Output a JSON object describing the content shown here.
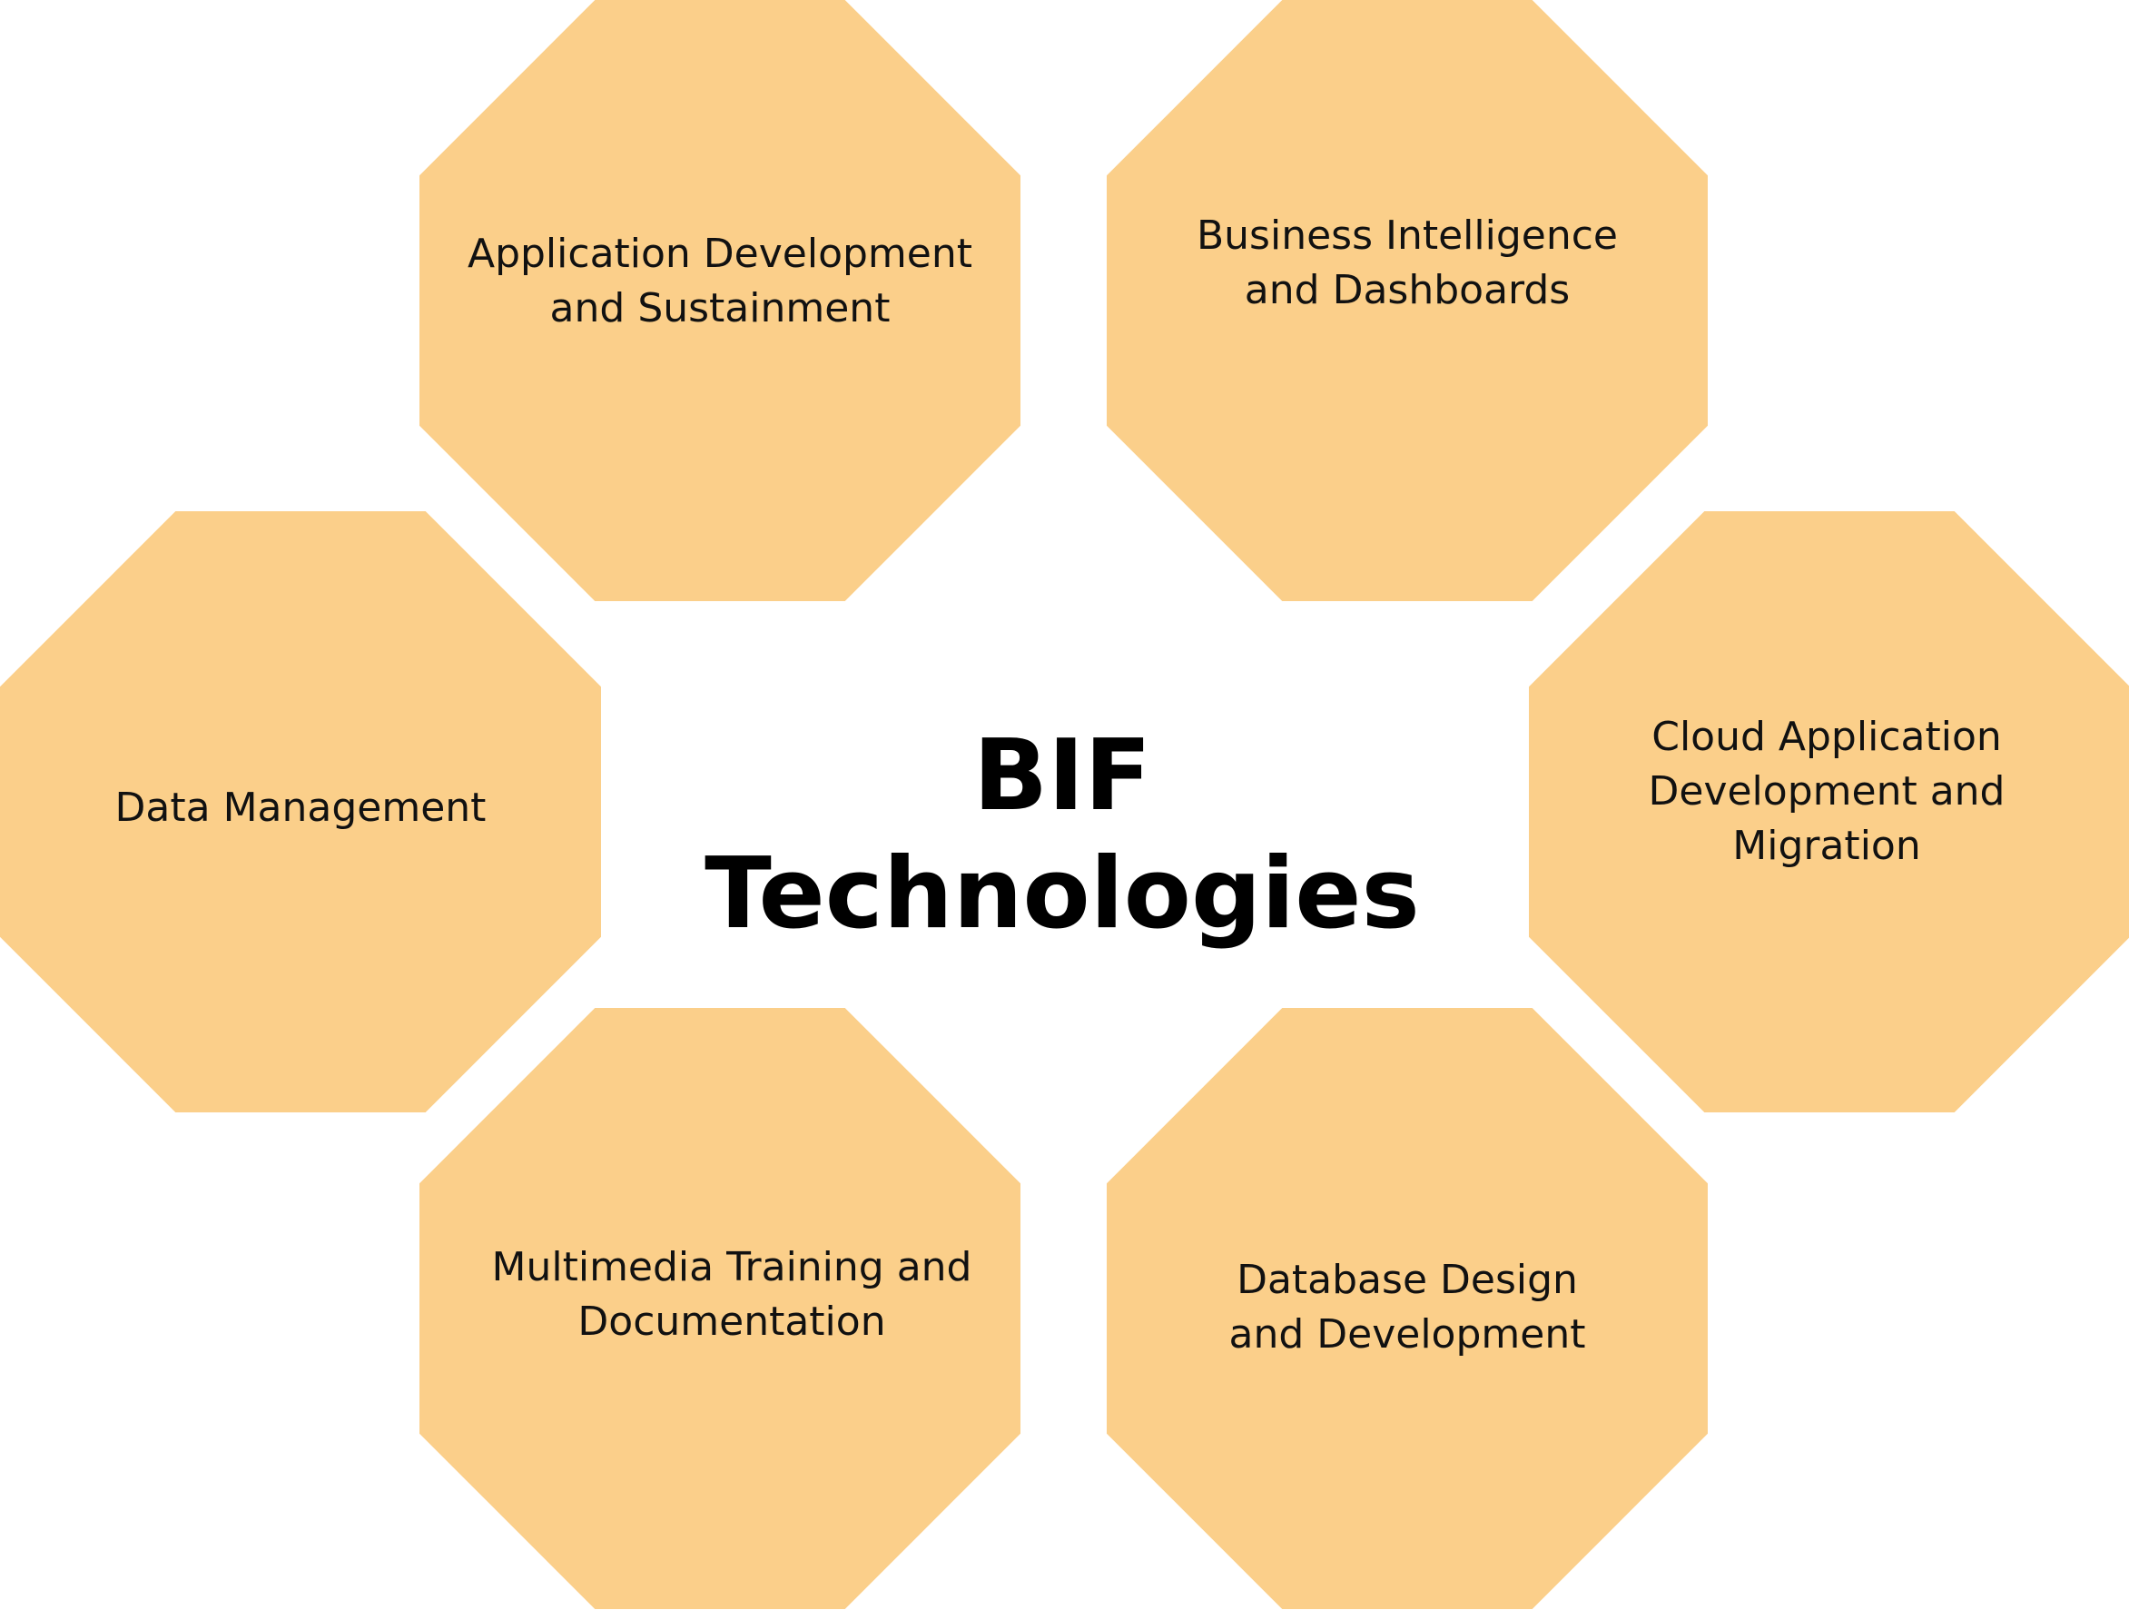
{
  "title": "BIF Technologies",
  "colors": {
    "octagon_fill": "#fbcf8a",
    "background": "#ffffff",
    "text": "#111111"
  },
  "nodes": [
    {
      "id": "appdev",
      "label": "Application Development\nand Sustainment"
    },
    {
      "id": "bi",
      "label": "Business Intelligence\nand Dashboards"
    },
    {
      "id": "datamgmt",
      "label": "Data Management"
    },
    {
      "id": "cloud",
      "label": "Cloud Application\nDevelopment and\nMigration"
    },
    {
      "id": "mm",
      "label": "Multimedia Training and\nDocumentation"
    },
    {
      "id": "db",
      "label": "Database Design\nand Development"
    }
  ]
}
